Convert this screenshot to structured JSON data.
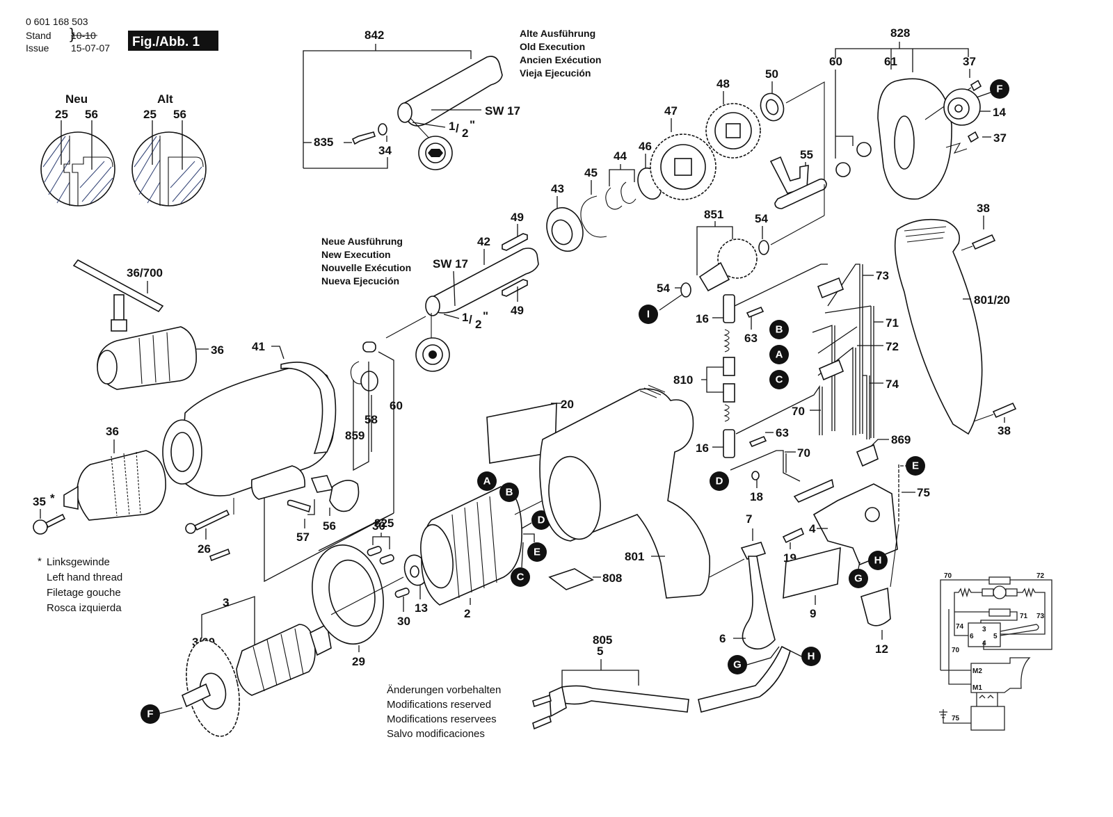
{
  "header": {
    "part_number": "0 601 168 503",
    "stand_label": "Stand",
    "issue_label": "Issue",
    "stand_value_struck": "10-10",
    "issue_value": "15-07-07",
    "figure_label": "Fig./Abb. 1"
  },
  "detail_views": {
    "new": {
      "title": "Neu",
      "labels": [
        "25",
        "56"
      ]
    },
    "old": {
      "title": "Alt",
      "labels": [
        "25",
        "56"
      ]
    }
  },
  "execution_notes": {
    "old": [
      "Alte Ausführung",
      "Old Execution",
      "Ancien Exécution",
      "Vieja Ejecución"
    ],
    "new": [
      "Neue Ausführung",
      "New Execution",
      "Nouvelle Exécution",
      "Nueva Ejecución"
    ]
  },
  "spindle_annotations": {
    "wrench_size": "SW 17",
    "fraction_num": "1",
    "fraction_den": "2",
    "inch_mark": "\""
  },
  "left_thread_note": {
    "marker": "*",
    "lines": [
      "Linksgewinde",
      "Left hand thread",
      "Filetage gouche",
      "Rosca izquierda"
    ]
  },
  "modifications_note": {
    "lines": [
      "Änderungen vorbehalten",
      "Modifications reserved",
      "Modifications reservees",
      "Salvo modificaciones"
    ]
  },
  "part_labels": {
    "p842": "842",
    "p835": "835",
    "p34": "34",
    "p828": "828",
    "p60a": "60",
    "p61": "61",
    "p37a": "37",
    "p37b": "37",
    "p14": "14",
    "p50": "50",
    "p48": "48",
    "p47": "47",
    "p46": "46",
    "p44": "44",
    "p45": "45",
    "p43": "43",
    "p55": "55",
    "p49a": "49",
    "p49b": "49",
    "p42": "42",
    "p851": "851",
    "p54a": "54",
    "p54b": "54",
    "p38a": "38",
    "p38b": "38",
    "p801_20": "801/20",
    "p36_700": "36/700",
    "p36a": "36",
    "p36b": "36",
    "p41": "41",
    "p35": "35",
    "p60b": "60",
    "p58": "58",
    "p859": "859",
    "p825": "825",
    "p57": "57",
    "p56": "56",
    "p26": "26",
    "p30a": "30",
    "p30b": "30",
    "p13": "13",
    "p2": "2",
    "p29": "29",
    "p3": "3",
    "p3_60": "3/60",
    "p20": "20",
    "p808": "808",
    "p801": "801",
    "p16a": "16",
    "p16b": "16",
    "p63a": "63",
    "p63b": "63",
    "p810": "810",
    "p73": "73",
    "p71": "71",
    "p72": "72",
    "p74": "74",
    "p70a": "70",
    "p70b": "70",
    "p869": "869",
    "p75": "75",
    "p18": "18",
    "p7": "7",
    "p19": "19",
    "p4": "4",
    "p9": "9",
    "p6": "6",
    "p12": "12",
    "p805": "805",
    "p5": "5"
  },
  "connector_badges": {
    "F_top": "F",
    "F_bottom": "F",
    "I": "I",
    "B_wire": "B",
    "A_wire": "A",
    "C_wire": "C",
    "D_wire": "D",
    "E_wire": "E",
    "A_stator": "A",
    "B_stator": "B",
    "D_stator": "D",
    "E_stator": "E",
    "C_stator": "C",
    "G_switch": "G",
    "H_switch": "H",
    "G_cord": "G",
    "H_cord": "H"
  },
  "schematic": {
    "labels": {
      "w70_top": "70",
      "w72": "72",
      "w71": "71",
      "w73": "73",
      "w74": "74",
      "w70_left": "70",
      "t3": "3",
      "t6": "6",
      "t5": "5",
      "t4": "4",
      "m2": "M2",
      "m1": "M1",
      "w75": "75"
    }
  }
}
